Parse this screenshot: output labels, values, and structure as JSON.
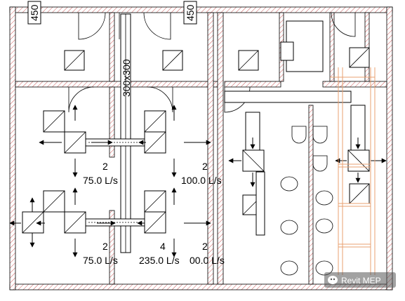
{
  "labels": {
    "dim_top_left": "450",
    "dim_top_mid": "450",
    "duct_size": "300x300",
    "count_a": "2",
    "count_b": "2",
    "count_c": "2",
    "count_d": "4",
    "count_e": "2",
    "flow_a": "75.0 L/s",
    "flow_b": "100.0 L/s",
    "flow_c": "75.0 L/s",
    "flow_d": "235.0 L/s",
    "flow_e": "00.0 L/s"
  },
  "watermark": {
    "text": "Revit MEP",
    "icon": "chat-bubble-icon"
  },
  "colors": {
    "line": "#000000",
    "pipe": "#e8a070",
    "hatch": "#c03030"
  }
}
